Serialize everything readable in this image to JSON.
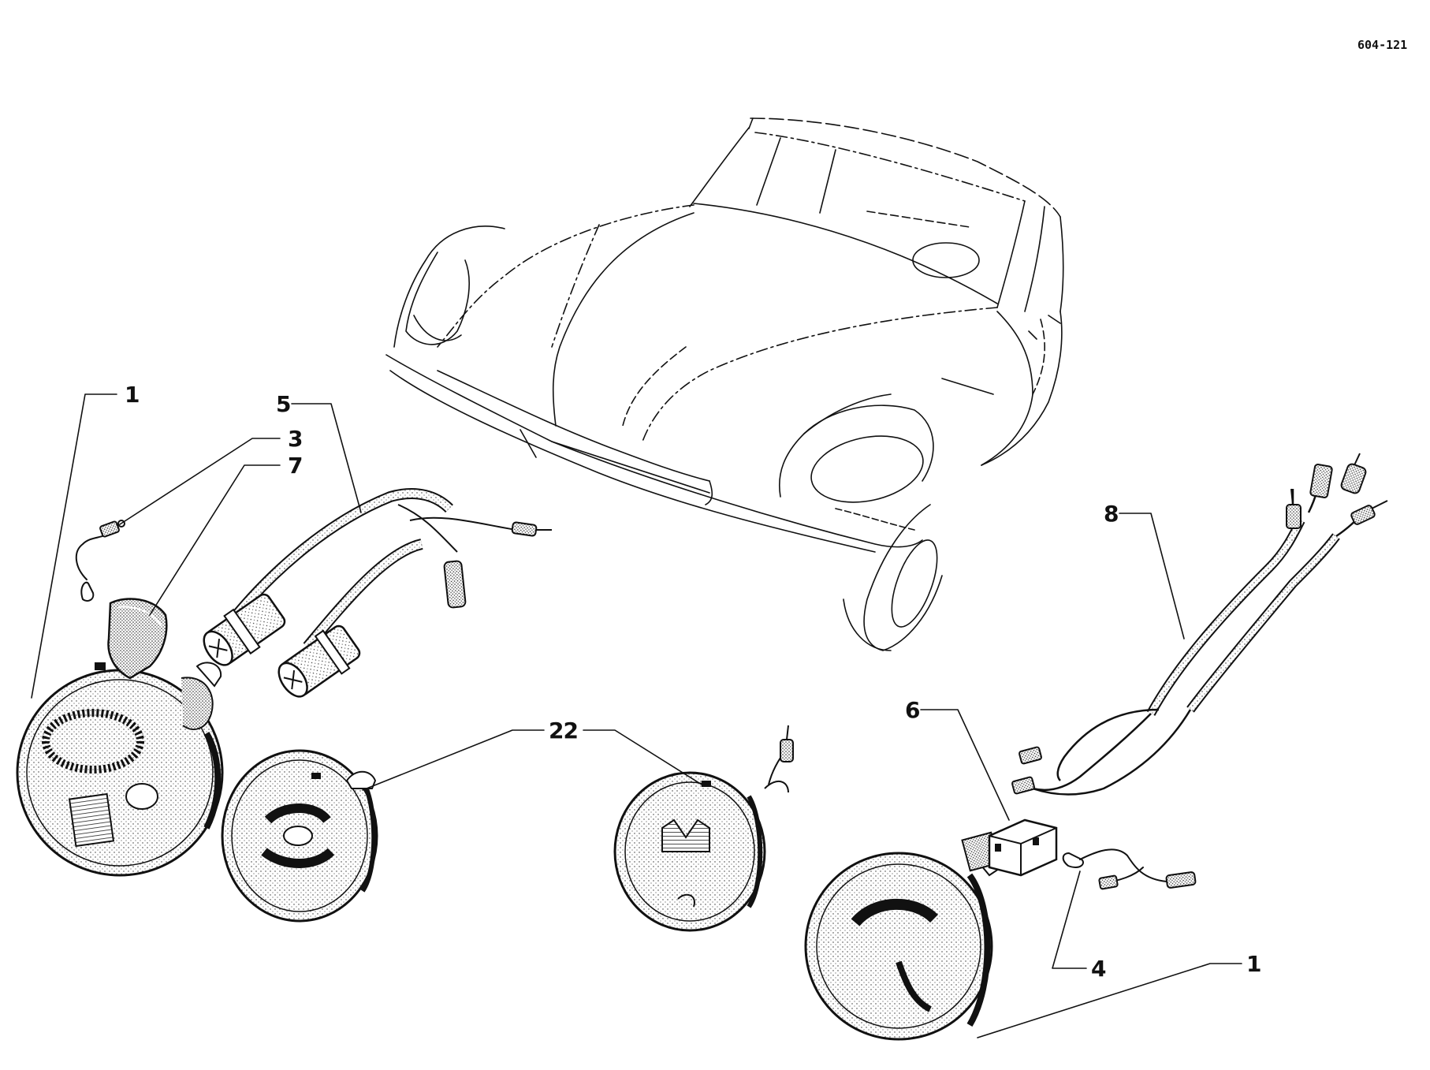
{
  "drawing": {
    "reference": "604-121"
  },
  "callouts": [
    {
      "id": "callout-1-left",
      "label": "1"
    },
    {
      "id": "callout-3",
      "label": "3"
    },
    {
      "id": "callout-7",
      "label": "7"
    },
    {
      "id": "callout-5",
      "label": "5"
    },
    {
      "id": "callout-2-left",
      "label": "2"
    },
    {
      "id": "callout-2-right",
      "label": "2"
    },
    {
      "id": "callout-8",
      "label": "8"
    },
    {
      "id": "callout-6",
      "label": "6"
    },
    {
      "id": "callout-4",
      "label": "4"
    },
    {
      "id": "callout-1-right",
      "label": "1"
    }
  ],
  "colors": {
    "ink": "#111111",
    "paper": "#ffffff"
  }
}
